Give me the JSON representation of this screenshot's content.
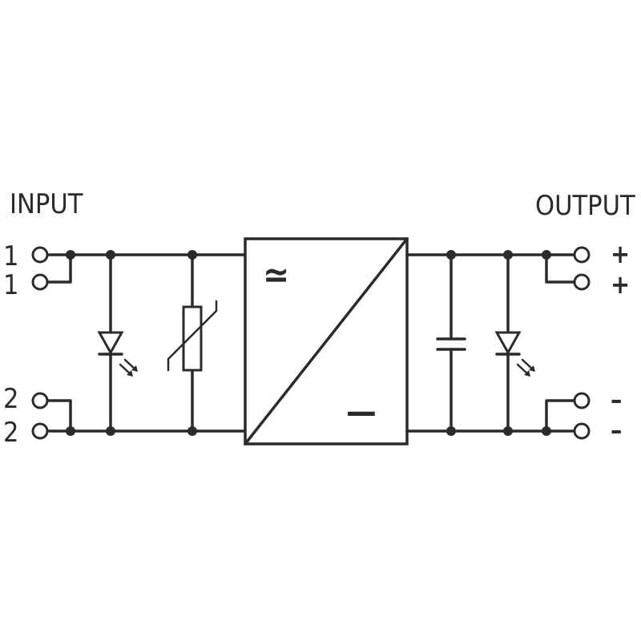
{
  "labels": {
    "input": "INPUT",
    "output": "OUTPUT"
  },
  "input_terminals": [
    "1",
    "1",
    "2",
    "2"
  ],
  "output_terminals": [
    "+",
    "+",
    "–",
    "–"
  ],
  "converter": {
    "ac_symbol": "≃",
    "dc_symbol": "—"
  },
  "colors": {
    "line": "#2b2b2b",
    "background": "#ffffff"
  }
}
